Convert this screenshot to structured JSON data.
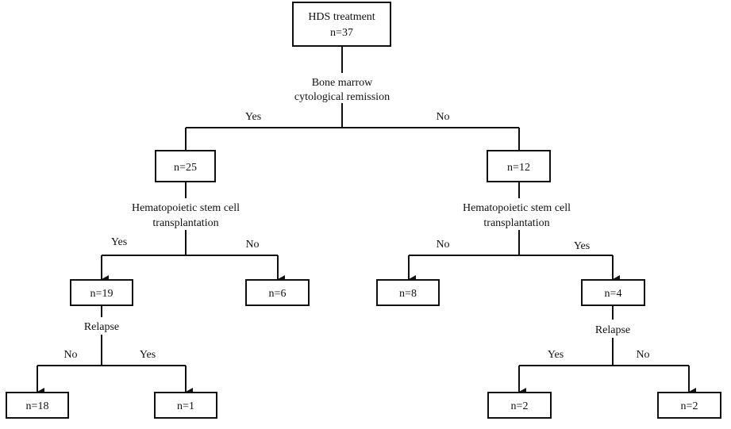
{
  "root": {
    "title": "HDS treatment",
    "count": "n=37"
  },
  "decision_remission": {
    "line1": "Bone marrow",
    "line2": "cytological remission"
  },
  "branch_remission_yes": "Yes",
  "branch_remission_no": "No",
  "node_yes": {
    "count": "n=25"
  },
  "node_no": {
    "count": "n=12"
  },
  "decision_hsct_left": {
    "line1": "Hematopoietic stem cell",
    "line2": "transplantation"
  },
  "decision_hsct_right": {
    "line1": "Hematopoietic stem cell",
    "line2": "transplantation"
  },
  "branch_left_hsct_yes": "Yes",
  "branch_left_hsct_no": "No",
  "branch_right_hsct_no": "No",
  "branch_right_hsct_yes": "Yes",
  "node_left_transplant": {
    "count": "n=19"
  },
  "node_left_no_transplant": {
    "count": "n=6"
  },
  "node_right_no_transplant": {
    "count": "n=8"
  },
  "node_right_transplant": {
    "count": "n=4"
  },
  "decision_relapse_left": "Relapse",
  "decision_relapse_right": "Relapse",
  "branch_left_relapse_no": "No",
  "branch_left_relapse_yes": "Yes",
  "branch_right_relapse_yes": "Yes",
  "branch_right_relapse_no": "No",
  "leaf_left_no_relapse": {
    "count": "n=18"
  },
  "leaf_left_relapse": {
    "count": "n=1"
  },
  "leaf_right_relapse": {
    "count": "n=2"
  },
  "leaf_right_no_relapse": {
    "count": "n=2"
  }
}
